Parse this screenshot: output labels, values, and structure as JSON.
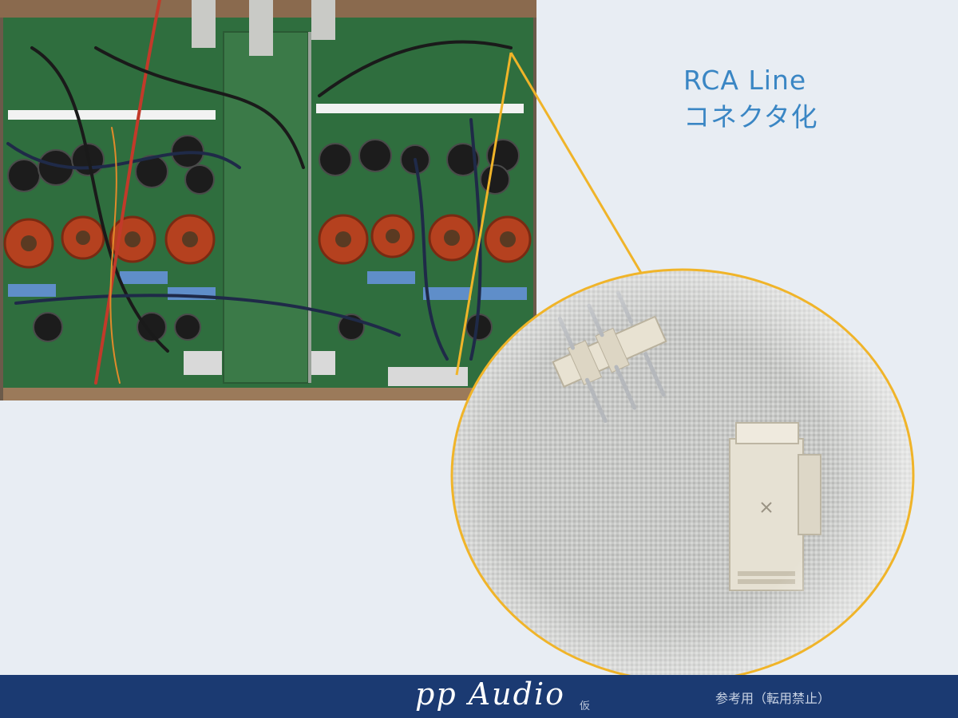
{
  "title": {
    "line1": "RCA Line",
    "line2": "コネクタ化"
  },
  "footer": {
    "brand": "pp Audio",
    "brand_suffix": "仮",
    "notice": "参考用（転用禁止）"
  },
  "colors": {
    "background": "#e8edf3",
    "title": "#3a86c4",
    "footer_bar": "#1b3a72",
    "callout_line": "#f0b429",
    "pcb_green": "#2f6e3e",
    "fabric": "#c8c9c7"
  },
  "photos": {
    "pcb": "amplifier-pcb-photo",
    "zoom": "connector-closeup-photo"
  }
}
